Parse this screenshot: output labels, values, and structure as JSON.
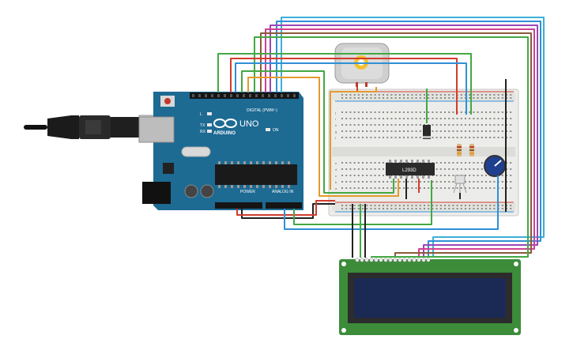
{
  "colors": {
    "arduino_board": "#1d6a93",
    "breadboard": "#ececea",
    "lcd_board": "#3c8c3a",
    "lcd_screen": "#1b2a55",
    "motor": "#cfcfcf",
    "l293d_chip": "#2a2a2a",
    "wire_red": "#d23b2e",
    "wire_black": "#222222",
    "wire_green": "#43a843",
    "wire_blue": "#2f8fd6",
    "wire_orange": "#e39a2c",
    "wire_purple": "#9b46b6",
    "wire_magenta": "#d03f94",
    "wire_brown": "#8a5a3a",
    "wire_cyan": "#3bb0d8"
  },
  "arduino": {
    "logo_text": "ARDUINO",
    "model_text": "UNO",
    "digital_header_label": "DIGITAL (PWM~)",
    "power_label": "POWER",
    "analog_label": "ANALOG IN",
    "on_label": "ON",
    "l_label": "L",
    "tx_label": "TX",
    "rx_label": "RX"
  },
  "breadboard": {
    "row_letters_top": [
      "j",
      "i",
      "h",
      "g",
      "f"
    ],
    "row_letters_bottom": [
      "e",
      "d",
      "c",
      "b",
      "a"
    ]
  },
  "l293d": {
    "label": "L293D"
  },
  "icons": [
    "usb-cable-icon",
    "dc-motor-icon",
    "potentiometer-icon",
    "resistor-icon",
    "diode-icon",
    "transistor-icon",
    "lcd-display-icon"
  ]
}
